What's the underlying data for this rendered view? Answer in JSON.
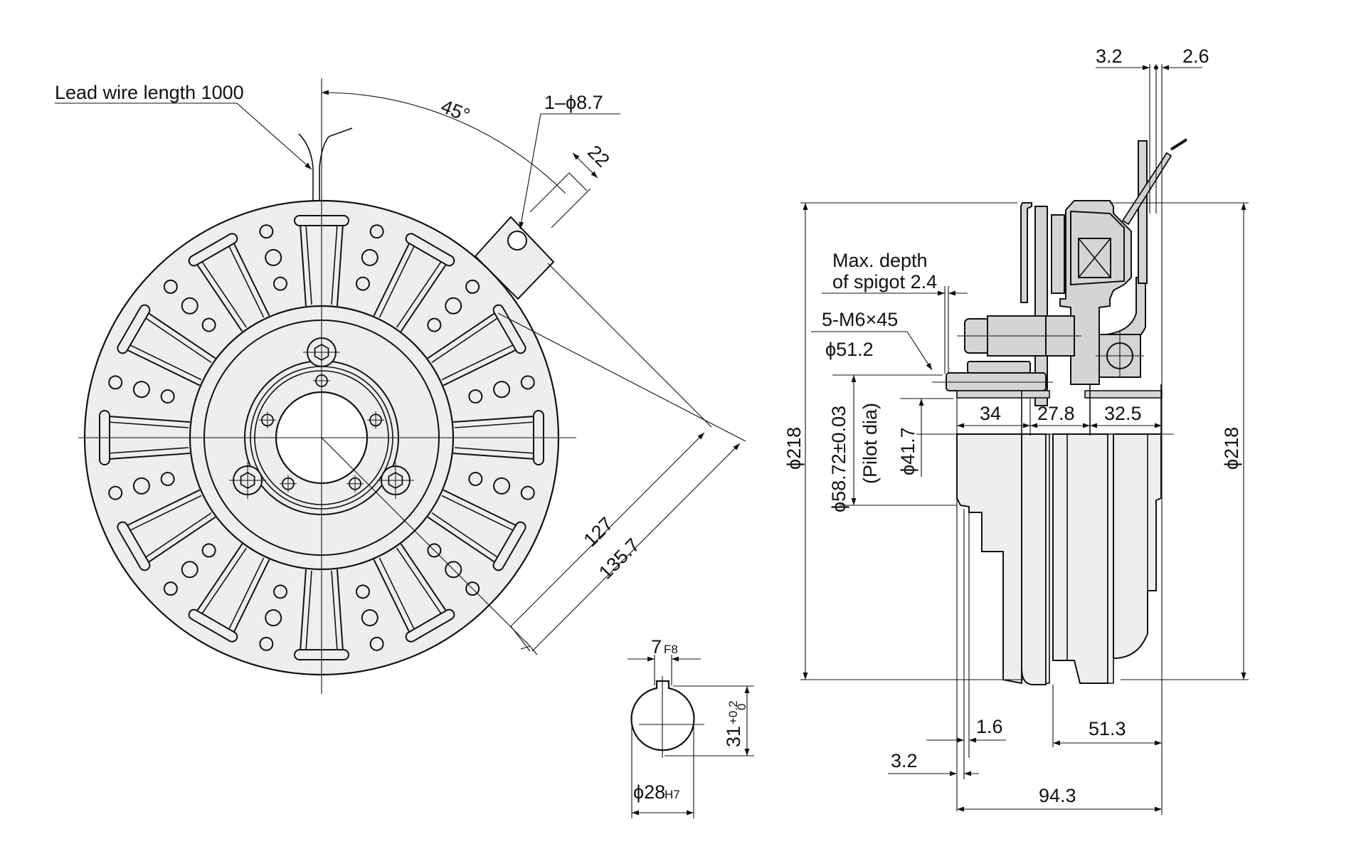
{
  "drawing": {
    "fill_light": "#eeeeee",
    "fill_dark": "#d4d4d4",
    "line_color": "#111111"
  },
  "front_view": {
    "lead_wire_label": "Lead wire length 1000",
    "angle_label": "45°",
    "mount_hole_label": "1–ϕ8.7",
    "mount_slot_dim": "22",
    "radius_inner": "127",
    "radius_outer": "135.7"
  },
  "keyway_view": {
    "key_width": "7",
    "key_width_tol": "F8",
    "key_height": "31",
    "key_height_tol_upper": "+0.2",
    "key_height_tol_lower": "0",
    "bore": "ϕ28",
    "bore_tol": "H7"
  },
  "side_view": {
    "top_left_dim": "3.2",
    "top_right_dim": "2.6",
    "spigot_label_line1": "Max. depth",
    "spigot_label_line2": "of spigot 2.4",
    "bolt_label": "5-M6×45",
    "bolt_circle": "ϕ51.2",
    "pilot_dia": "ϕ58.72±0.03",
    "pilot_note": "(Pilot dia)",
    "inner_dia": "ϕ41.7",
    "outer_dia_left": "ϕ218",
    "outer_dia_right": "ϕ218",
    "seg1": "34",
    "seg2": "27.8",
    "seg3": "32.5",
    "bottom_small1": "1.6",
    "bottom_small2": "3.2",
    "bottom_mid": "51.3",
    "bottom_total": "94.3"
  }
}
